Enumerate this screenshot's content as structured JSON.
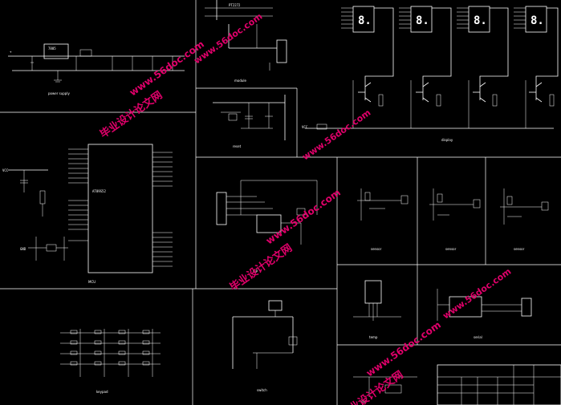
{
  "watermark": {
    "site_text": "www.56doc.com",
    "cn_text": "毕业设计论文网",
    "color": "#e0006a"
  },
  "seven_segment_digits": [
    "8.",
    "8.",
    "8.",
    "8."
  ],
  "title_block": {
    "name": "",
    "rows": 3
  }
}
